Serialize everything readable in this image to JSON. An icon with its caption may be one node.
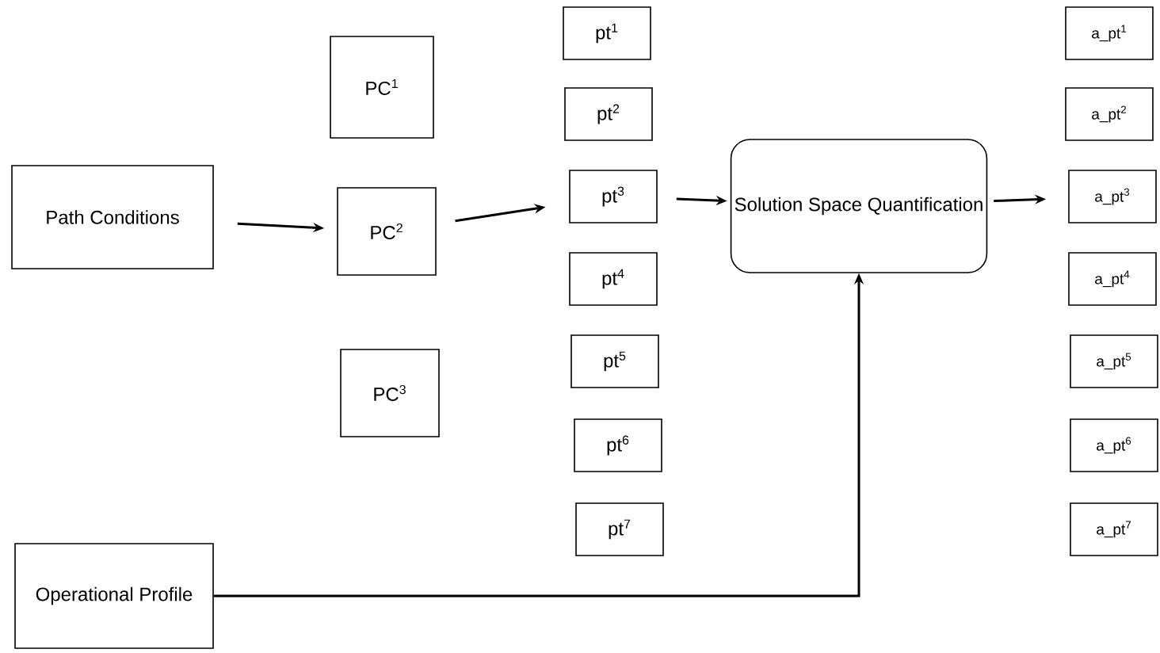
{
  "diagram": {
    "nodes": [
      {
        "text": [
          "Path Conditions"
        ]
      },
      {
        "text": [
          "PC$^{1}$"
        ]
      },
      {
        "text": [
          "PC$^{2}$"
        ]
      },
      {
        "text": [
          "PC$^{3}$"
        ]
      },
      {
        "text": [
          "Operational Profile"
        ]
      },
      {
        "text": [
          "pt$^{1}$"
        ]
      },
      {
        "text": [
          "pt$^{2}$"
        ]
      },
      {
        "text": [
          "pt$^{3}$"
        ]
      },
      {
        "text": [
          "pt$^{4}$"
        ]
      },
      {
        "text": [
          "pt$^{5}$"
        ]
      },
      {
        "text": [
          "pt$^{6}$"
        ]
      },
      {
        "text": [
          "pt$^{7}$"
        ]
      },
      {
        "text": [
          "Solution Space Quantification"
        ]
      },
      {
        "text": [
          "a_pt$^{1}$"
        ]
      },
      {
        "text": [
          "a_pt$^{2}$"
        ]
      },
      {
        "text": [
          "a_pt$^{3}$"
        ]
      },
      {
        "text": [
          "a_pt$^{4}$"
        ]
      },
      {
        "text": [
          "a_pt$^{5}$"
        ]
      },
      {
        "text": [
          "a_pt$^{6}$"
        ]
      },
      {
        "text": [
          "a_pt$^{7}$"
        ]
      }
    ],
    "edges": [
      {
        "from": 0,
        "to": 2,
        "arrow": "to"
      },
      {
        "from": 2,
        "to": 7,
        "arrow": "to"
      },
      {
        "from": 7,
        "to": 12,
        "arrow": "to"
      },
      {
        "from": 12,
        "to": 15,
        "arrow": "to"
      },
      {
        "from": 4,
        "to": 12,
        "arrow": "to"
      }
    ]
  }
}
